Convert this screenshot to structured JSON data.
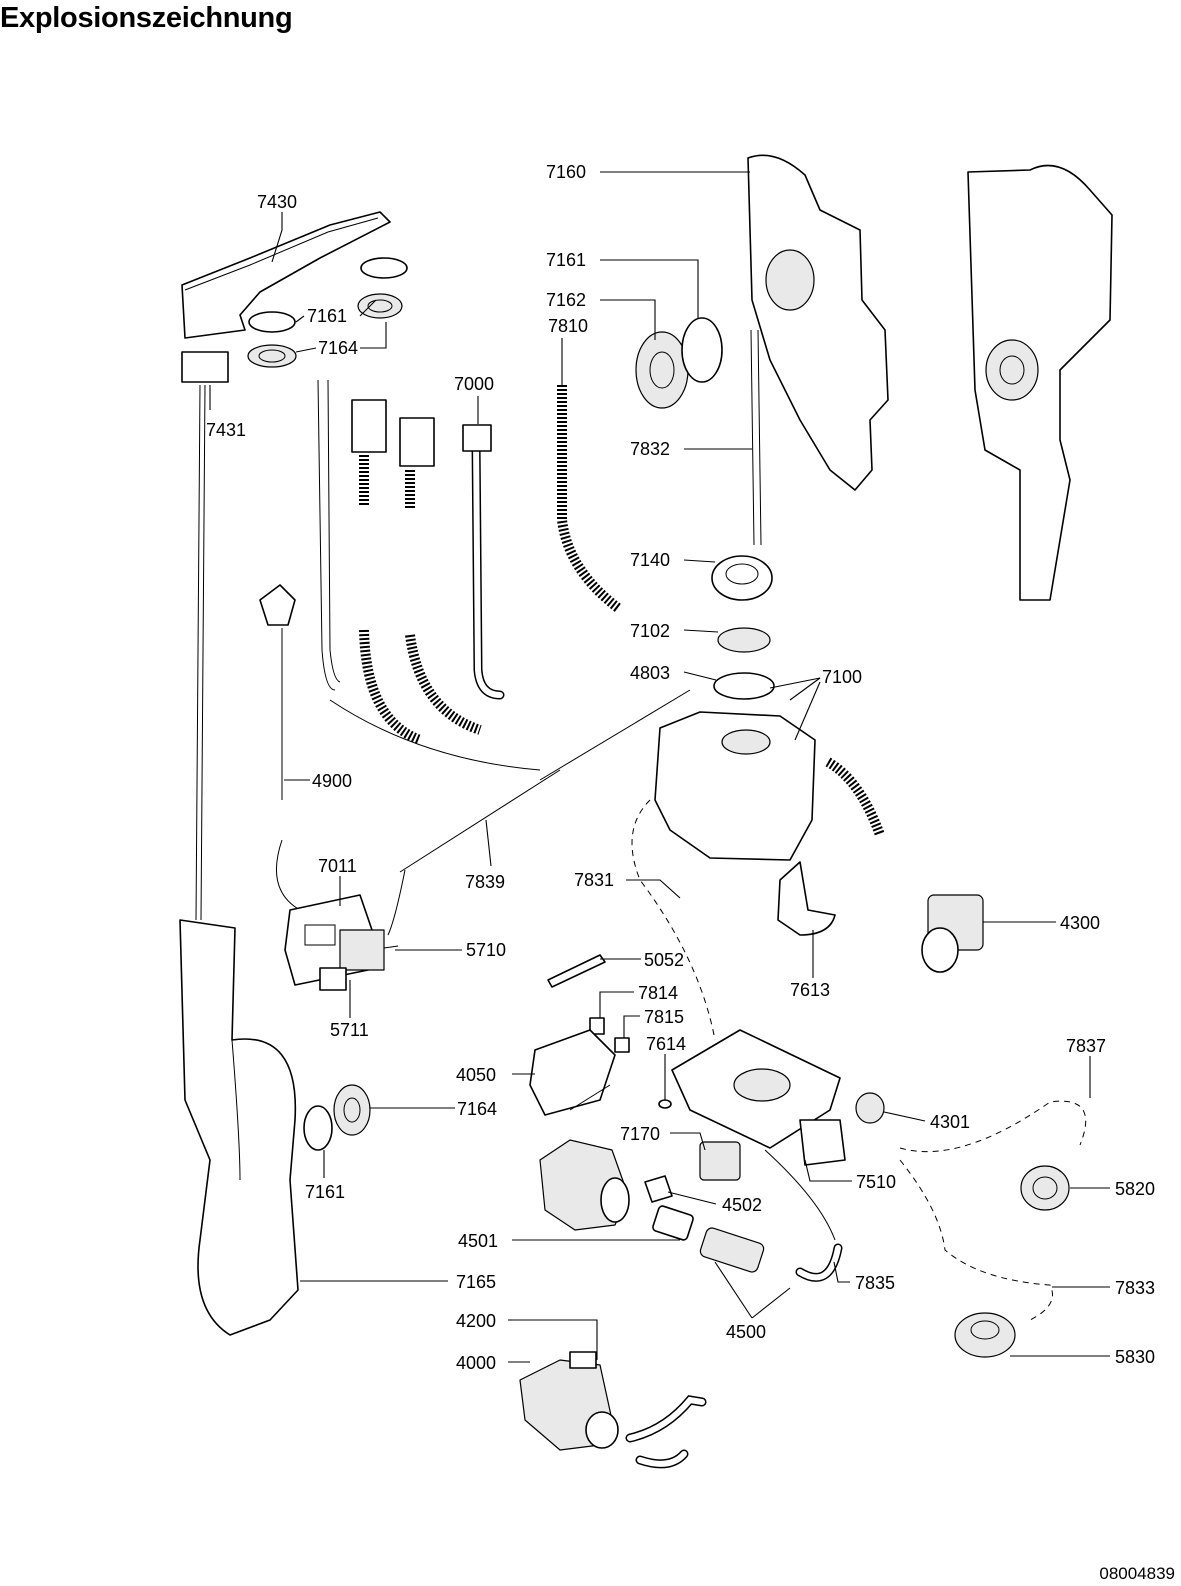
{
  "title": "Explosionszeichnung",
  "document_number": "08004839",
  "parts": [
    {
      "id": "7430",
      "label": "7430"
    },
    {
      "id": "7161-a",
      "label": "7161"
    },
    {
      "id": "7164-a",
      "label": "7164"
    },
    {
      "id": "7431",
      "label": "7431"
    },
    {
      "id": "7000",
      "label": "7000"
    },
    {
      "id": "7160",
      "label": "7160"
    },
    {
      "id": "7161-b",
      "label": "7161"
    },
    {
      "id": "7162",
      "label": "7162"
    },
    {
      "id": "7810",
      "label": "7810"
    },
    {
      "id": "7832",
      "label": "7832"
    },
    {
      "id": "7140",
      "label": "7140"
    },
    {
      "id": "7102",
      "label": "7102"
    },
    {
      "id": "4803",
      "label": "4803"
    },
    {
      "id": "7100",
      "label": "7100"
    },
    {
      "id": "4900",
      "label": "4900"
    },
    {
      "id": "7011",
      "label": "7011"
    },
    {
      "id": "7839",
      "label": "7839"
    },
    {
      "id": "7831",
      "label": "7831"
    },
    {
      "id": "5710",
      "label": "5710"
    },
    {
      "id": "5711",
      "label": "5711"
    },
    {
      "id": "4300",
      "label": "4300"
    },
    {
      "id": "7613",
      "label": "7613"
    },
    {
      "id": "5052",
      "label": "5052"
    },
    {
      "id": "7814",
      "label": "7814"
    },
    {
      "id": "7815",
      "label": "7815"
    },
    {
      "id": "7614",
      "label": "7614"
    },
    {
      "id": "4050",
      "label": "4050"
    },
    {
      "id": "7837",
      "label": "7837"
    },
    {
      "id": "7164-b",
      "label": "7164"
    },
    {
      "id": "4301",
      "label": "4301"
    },
    {
      "id": "7170",
      "label": "7170"
    },
    {
      "id": "7510",
      "label": "7510"
    },
    {
      "id": "7161-c",
      "label": "7161"
    },
    {
      "id": "5820",
      "label": "5820"
    },
    {
      "id": "4502",
      "label": "4502"
    },
    {
      "id": "4501",
      "label": "4501"
    },
    {
      "id": "7165",
      "label": "7165"
    },
    {
      "id": "7835",
      "label": "7835"
    },
    {
      "id": "7833",
      "label": "7833"
    },
    {
      "id": "4500",
      "label": "4500"
    },
    {
      "id": "4200",
      "label": "4200"
    },
    {
      "id": "5830",
      "label": "5830"
    },
    {
      "id": "4000",
      "label": "4000"
    }
  ]
}
